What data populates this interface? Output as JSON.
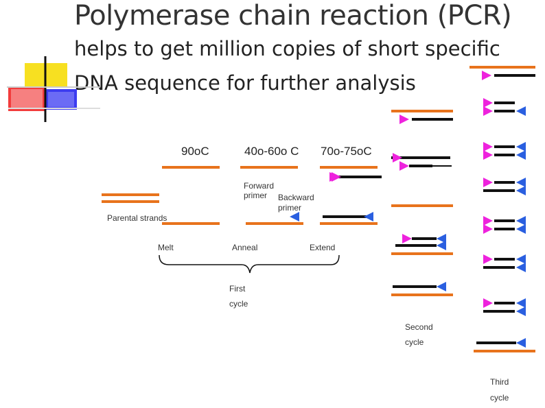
{
  "title": "Polymerase chain reaction (PCR)",
  "subtitle_line1": "helps to get million copies of short specific",
  "subtitle_line2": "DNA sequence for further analysis",
  "temperatures": {
    "melt": "90oC",
    "anneal": "40o-60o C",
    "extend": "70o-75oC"
  },
  "labels": {
    "parental_strands": "Parental strands",
    "forward_primer_1": "Forward",
    "forward_primer_2": "primer",
    "backward_primer_1": "Backward",
    "backward_primer_2": "primer",
    "melt": "Melt",
    "anneal": "Anneal",
    "extend": "Extend",
    "first_cycle_1": "First",
    "first_cycle_2": "cycle",
    "second_cycle_1": "Second",
    "second_cycle_2": "cycle",
    "third_cycle_1": "Third",
    "third_cycle_2": "cycle"
  },
  "colors": {
    "orange": "#e8731c",
    "black": "#111111",
    "magenta": "#ee22dd",
    "blue": "#2a5fe0"
  }
}
